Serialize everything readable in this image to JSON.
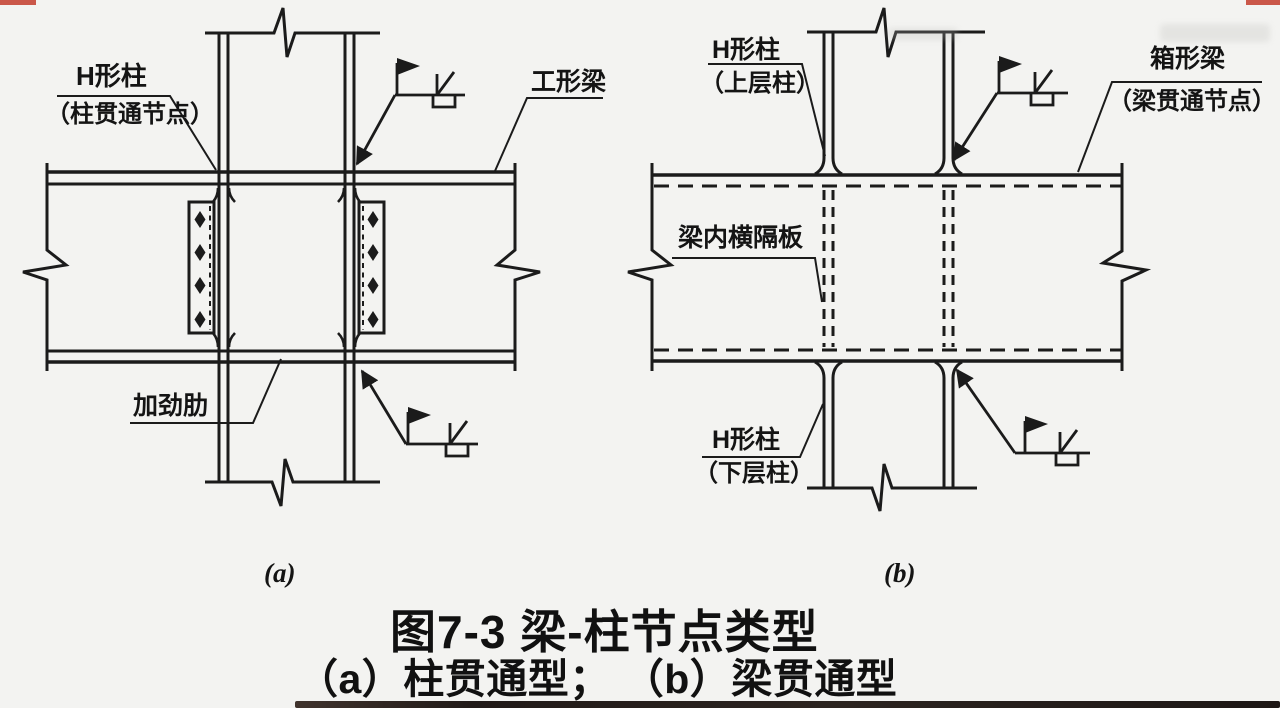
{
  "figure": {
    "caption": {
      "title": "图7-3 梁-柱节点类型",
      "subtitle": "（a）柱贯通型； （b）梁贯通型"
    },
    "panel_a": {
      "tag": "(a)",
      "labels": {
        "column": "H形柱",
        "column_note": "（柱贯通节点）",
        "beam": "工形梁",
        "stiffener": "加劲肋"
      }
    },
    "panel_b": {
      "tag": "(b)",
      "labels": {
        "upper_column": "H形柱",
        "upper_column_note": "（上层柱）",
        "beam": "箱形梁",
        "beam_note": "（梁贯通节点）",
        "diaphragm": "梁内横隔板",
        "lower_column": "H形柱",
        "lower_column_note": "（下层柱）"
      }
    },
    "colors": {
      "line": "#1b1b1b",
      "background": "#f3f3f1",
      "edge_mark_red": "#c23b2c",
      "bottom_smudge": "#261f1c"
    }
  }
}
